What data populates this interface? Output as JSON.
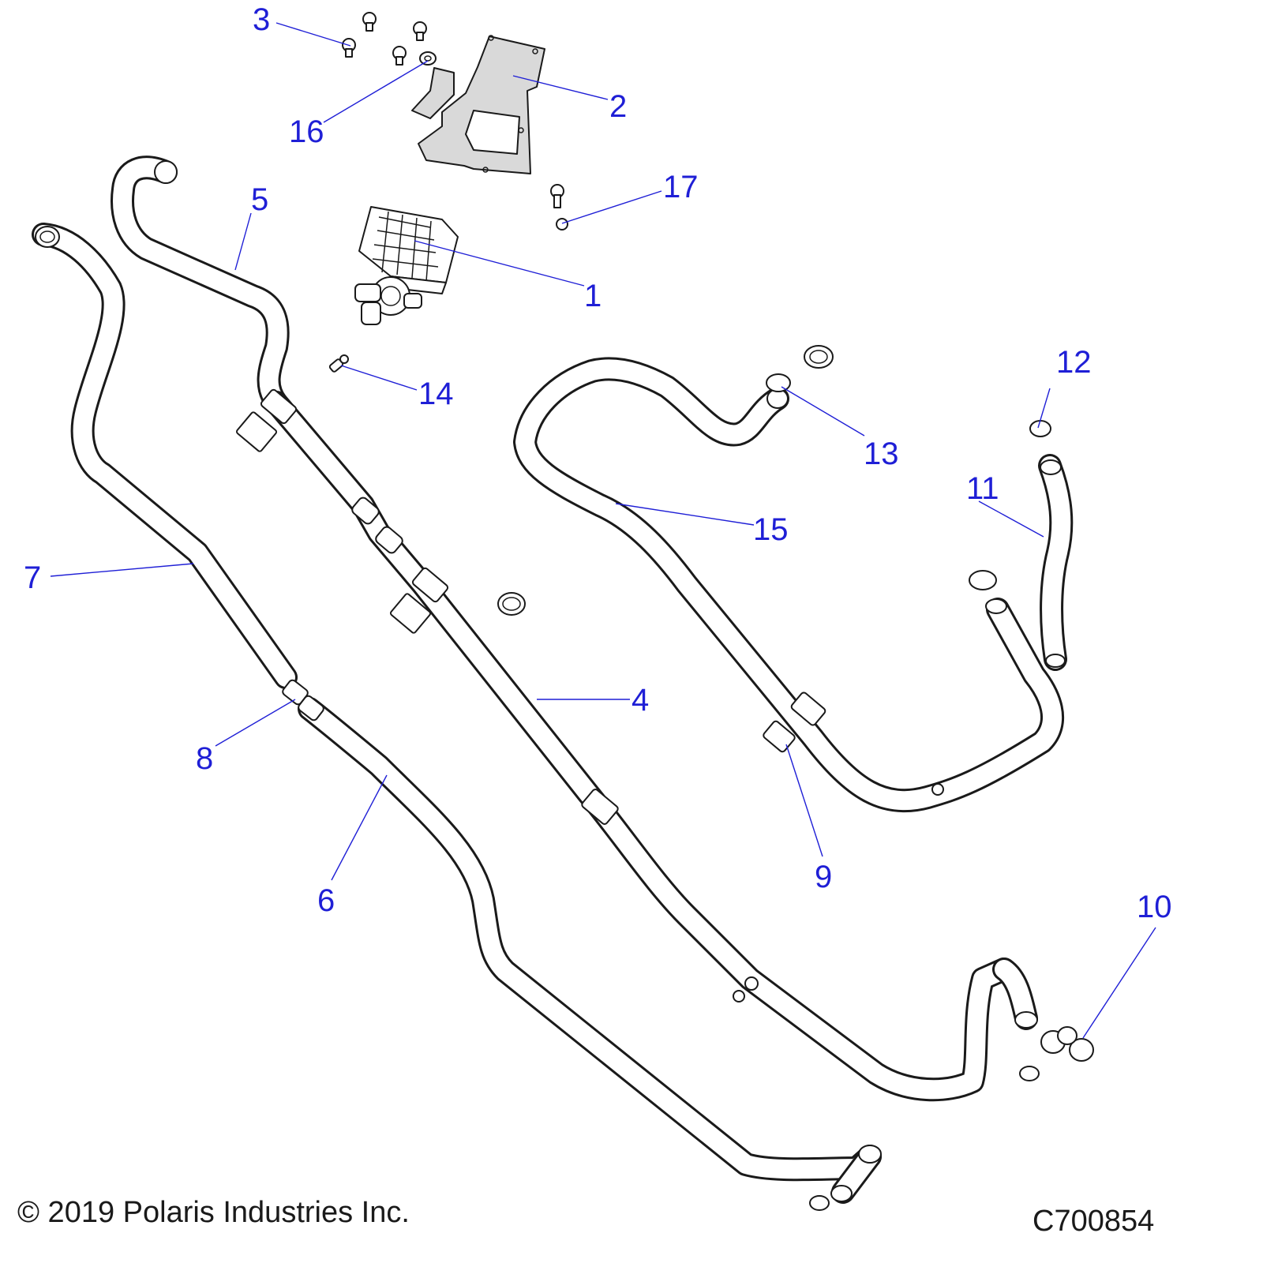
{
  "diagram": {
    "callouts": [
      {
        "id": "c1",
        "label": "1"
      },
      {
        "id": "c2",
        "label": "2"
      },
      {
        "id": "c3",
        "label": "3"
      },
      {
        "id": "c4",
        "label": "4"
      },
      {
        "id": "c5",
        "label": "5"
      },
      {
        "id": "c6",
        "label": "6"
      },
      {
        "id": "c7",
        "label": "7"
      },
      {
        "id": "c8",
        "label": "8"
      },
      {
        "id": "c9",
        "label": "9"
      },
      {
        "id": "c10",
        "label": "10"
      },
      {
        "id": "c11",
        "label": "11"
      },
      {
        "id": "c12",
        "label": "12"
      },
      {
        "id": "c13",
        "label": "13"
      },
      {
        "id": "c14",
        "label": "14"
      },
      {
        "id": "c15",
        "label": "15"
      },
      {
        "id": "c16",
        "label": "16"
      },
      {
        "id": "c17",
        "label": "17"
      }
    ],
    "callout_color": "#1f1fd6",
    "line_color": "#1a1a1a",
    "bracket_fill": "#d9d9d9"
  },
  "footer": {
    "copyright": "© 2019 Polaris Industries Inc.",
    "drawing_id": "C700854"
  }
}
